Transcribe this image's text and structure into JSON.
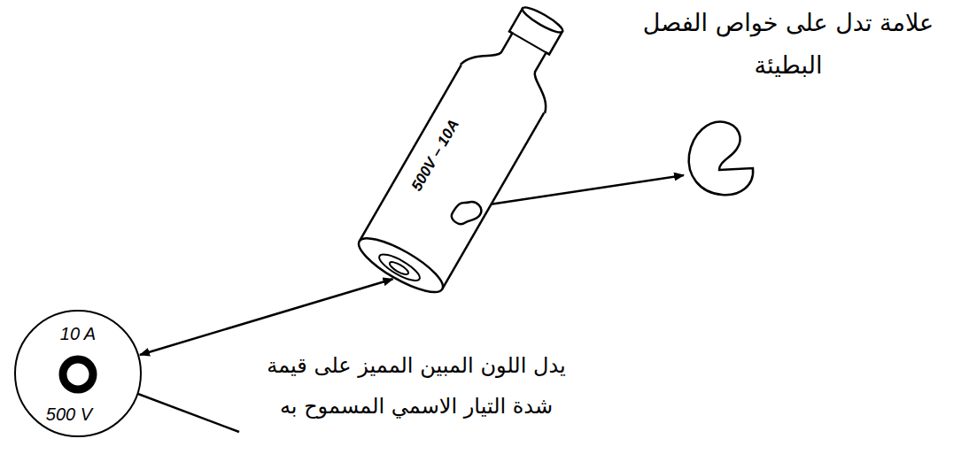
{
  "diagram": {
    "nodes": [
      {
        "text": [
          "500V – 10A"
        ]
      },
      {
        "text": [
          "10 A",
          "500 V"
        ]
      }
    ],
    "edges": [
      {
        "from": 0,
        "to": 1,
        "arrow": "both"
      }
    ],
    "labels": [
      "علامة تدل على خواص الفصل البطيئة",
      "يدل اللون المبين المميز على قيمة شدة التيار الاسمي المسموح به"
    ]
  }
}
